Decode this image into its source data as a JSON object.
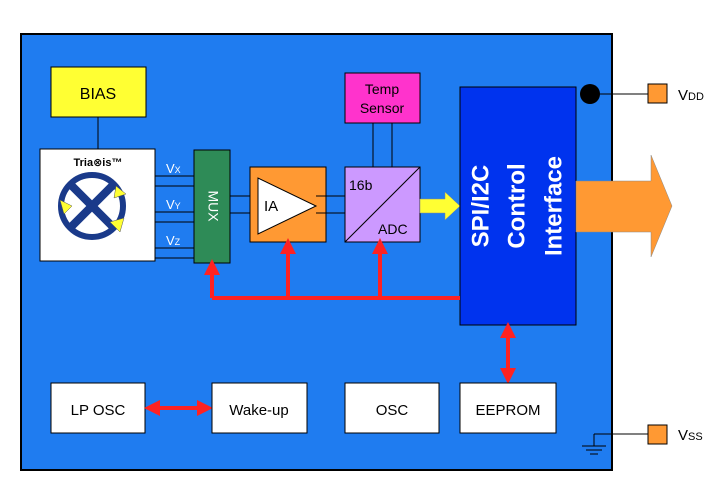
{
  "blocks": {
    "bias": "BIAS",
    "triaxis": "Tria⊗is™",
    "vx": "VX",
    "vy": "VY",
    "vz": "VZ",
    "mux": "MUX",
    "ia": "IA",
    "temp_line1": "Temp",
    "temp_line2": "Sensor",
    "adc_bits": "16b",
    "adc": "ADC",
    "spi_line1": "SPI/I2C",
    "spi_line2": "Control",
    "spi_line3": "Interface",
    "lp_osc": "LP OSC",
    "wakeup": "Wake-up",
    "osc": "OSC",
    "eeprom": "EEPROM"
  },
  "pins": {
    "vdd": "VDD",
    "vss": "VSS"
  },
  "colors": {
    "chip": "#1f7cf0",
    "bias": "#ffff33",
    "mux": "#2e8b57",
    "ia": "#ff9933",
    "temp": "#ff33cc",
    "adc": "#cc99ff",
    "spi": "#0033ee",
    "pin": "#ff9933",
    "red_arrow": "#ff2222",
    "yellow_arrow": "#ffff33",
    "orange_arrow": "#ff9933"
  }
}
